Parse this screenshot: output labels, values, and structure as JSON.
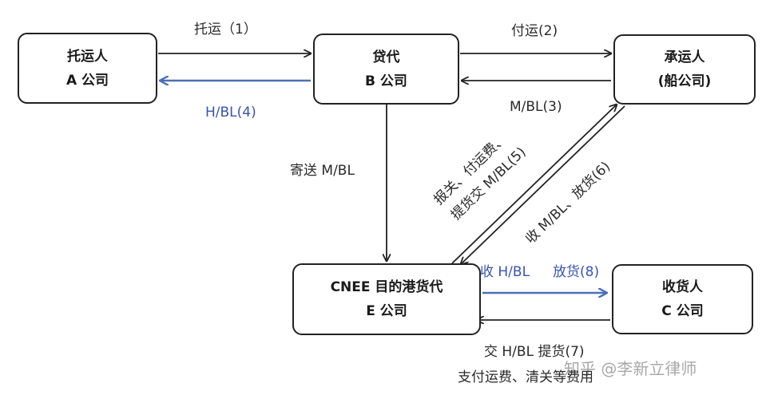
{
  "nodes": {
    "shipper": {
      "line1": "托运人",
      "line2": "A 公司"
    },
    "forwarder": {
      "line1": "贷代",
      "line2": "B 公司"
    },
    "carrier": {
      "line1": "承运人",
      "line2": "(船公司)"
    },
    "dest_agent": {
      "line1": "CNEE 目的港货代",
      "line2": "E 公司"
    },
    "consignee": {
      "line1": "收货人",
      "line2": "C 公司"
    }
  },
  "labels": {
    "step1": "托运（1）",
    "step2": "付运(2)",
    "step4_hbl": "H/BL(4)",
    "step3_mbl": "M/BL(3)",
    "send_mbl": "寄送 M/BL",
    "step5_line1": "报关、付运费、",
    "step5_line2": "提货交 M/BL(5)",
    "step6": "收 M/BL、放货(6)",
    "step8_hbl": "收 H/BL",
    "step8_release": "放货(8)",
    "step7": "交 H/BL  提货(7)",
    "step7_fees": "支付运费、清关等费用"
  },
  "watermark": "知乎 @李新立律师",
  "colors": {
    "line": "#222222",
    "highlight": "#4a6fb5",
    "highlight_text": "#3a55a6"
  }
}
